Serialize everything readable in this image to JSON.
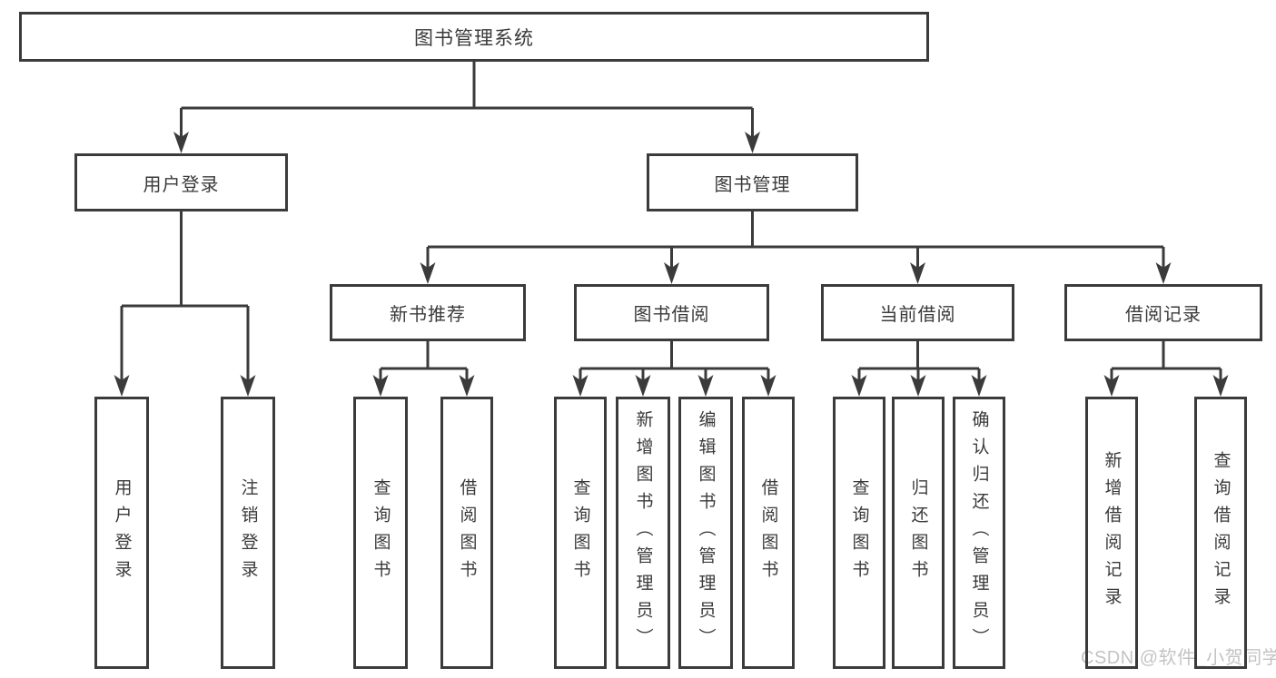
{
  "tree": {
    "label": "图书管理系统",
    "children": [
      {
        "label": "用户登录",
        "children": [
          {
            "label": "用户登录"
          },
          {
            "label": "注销登录"
          }
        ]
      },
      {
        "label": "图书管理",
        "children": [
          {
            "label": "新书推荐",
            "children": [
              {
                "label": "查询图书"
              },
              {
                "label": "借阅图书"
              }
            ]
          },
          {
            "label": "图书借阅",
            "children": [
              {
                "label": "查询图书"
              },
              {
                "label": "新增图书（管理员）"
              },
              {
                "label": "编辑图书（管理员）"
              },
              {
                "label": "借阅图书"
              }
            ]
          },
          {
            "label": "当前借阅",
            "children": [
              {
                "label": "查询图书"
              },
              {
                "label": "归还图书"
              },
              {
                "label": "确认归还（管理员）"
              }
            ]
          },
          {
            "label": "借阅记录",
            "children": [
              {
                "label": "新增借阅记录"
              },
              {
                "label": "查询借阅记录"
              }
            ]
          }
        ]
      }
    ]
  },
  "watermark": {
    "text": "CSDN @软件_小贺同学"
  },
  "colors": {
    "line": "#3b3b3b",
    "text": "#3a3a3a",
    "background": "#ffffff",
    "watermark": "#c3c3c3"
  }
}
